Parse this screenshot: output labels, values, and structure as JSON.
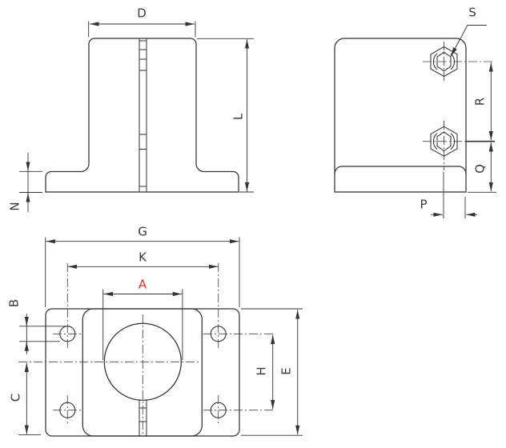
{
  "drawing": {
    "type": "technical-drawing",
    "subject": "shaft-support-block-three-view",
    "background": "#ffffff",
    "line_color": "#333333",
    "accent_color": "#c03a31",
    "views": {
      "front": {
        "dimension_labels": [
          "D",
          "L",
          "N"
        ]
      },
      "side": {
        "dimension_labels": [
          "S",
          "R",
          "Q",
          "P"
        ]
      },
      "plan": {
        "dimension_labels": [
          "G",
          "K",
          "A",
          "B",
          "C",
          "H",
          "E"
        ]
      }
    },
    "labels": {
      "D": "D",
      "L": "L",
      "N": "N",
      "S": "S",
      "R": "R",
      "Q": "Q",
      "P": "P",
      "G": "G",
      "K": "K",
      "A": "A",
      "B": "B",
      "C": "C",
      "H": "H",
      "E": "E"
    }
  }
}
